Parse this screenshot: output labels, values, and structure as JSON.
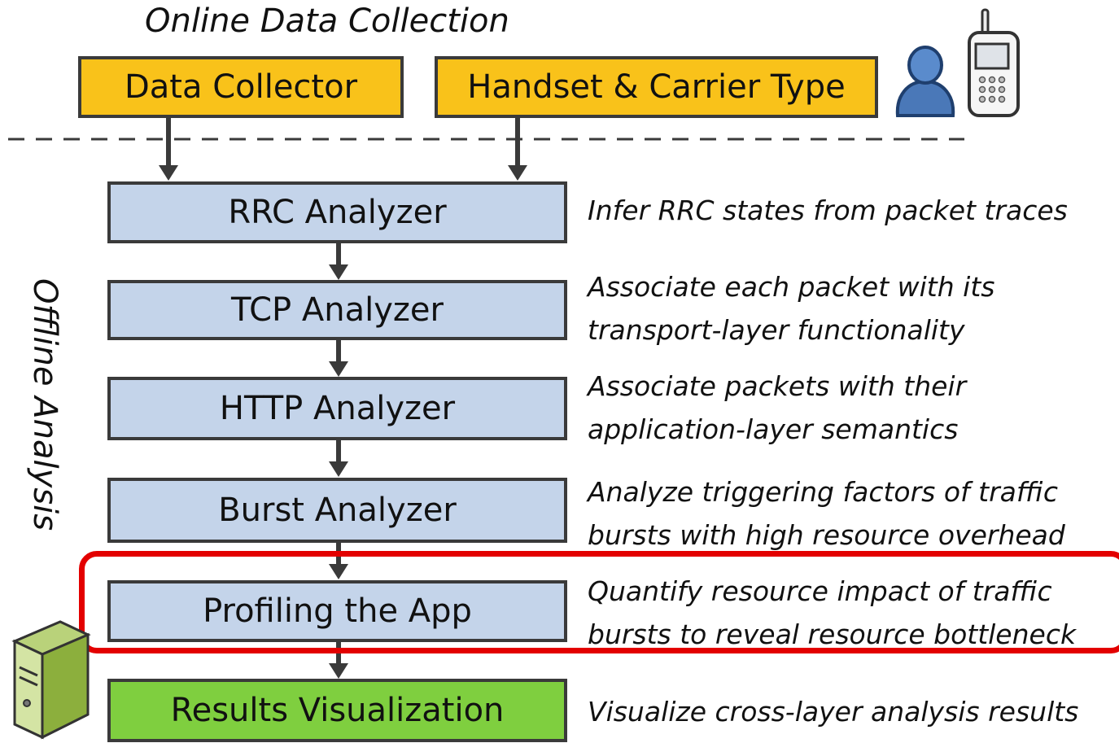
{
  "diagram": {
    "online_title": "Online Data Collection",
    "offline_title": "Offline Analysis",
    "inputs": [
      {
        "id": "data-collector",
        "label": "Data Collector"
      },
      {
        "id": "handset-carrier",
        "label": "Handset & Carrier Type"
      }
    ],
    "stages": [
      {
        "id": "rrc-analyzer",
        "label": "RRC Analyzer",
        "description_lines": [
          "Infer RRC states from packet traces"
        ]
      },
      {
        "id": "tcp-analyzer",
        "label": "TCP Analyzer",
        "description_lines": [
          "Associate each packet with its",
          "transport-layer functionality"
        ]
      },
      {
        "id": "http-analyzer",
        "label": "HTTP Analyzer",
        "description_lines": [
          "Associate packets with their",
          "application-layer semantics"
        ]
      },
      {
        "id": "burst-analyzer",
        "label": "Burst Analyzer",
        "description_lines": [
          "Analyze triggering factors of traffic",
          "bursts with high resource overhead"
        ]
      },
      {
        "id": "profiling-the-app",
        "label": "Profiling the App",
        "description_lines": [
          "Quantify resource impact of traffic",
          "bursts to reveal resource bottleneck"
        ],
        "highlighted": true
      },
      {
        "id": "results-visualization",
        "label": "Results Visualization",
        "description_lines": [
          "Visualize cross-layer analysis results"
        ]
      }
    ],
    "icons": [
      "user-icon",
      "mobile-phone-icon",
      "server-icon"
    ],
    "colors": {
      "input_box": "#f9c21a",
      "stage_box": "#c4d4ea",
      "final_box": "#7fcf3f",
      "highlight": "#e30000"
    }
  }
}
